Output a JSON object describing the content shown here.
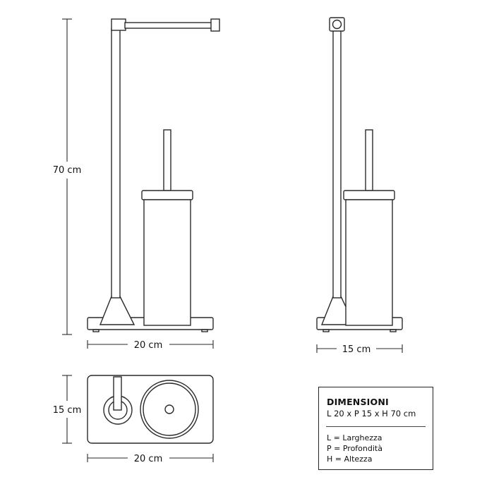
{
  "dimensions": {
    "height_label": "70 cm",
    "front_width_label": "20 cm",
    "side_depth_label": "15 cm",
    "top_depth_label": "15 cm",
    "top_width_label": "20 cm"
  },
  "legend": {
    "title": "DIMENSIONI",
    "summary": "L 20 x P 15 x H 70 cm",
    "items": [
      "L = Larghezza",
      "P = Profondità",
      "H = Altezza"
    ]
  }
}
